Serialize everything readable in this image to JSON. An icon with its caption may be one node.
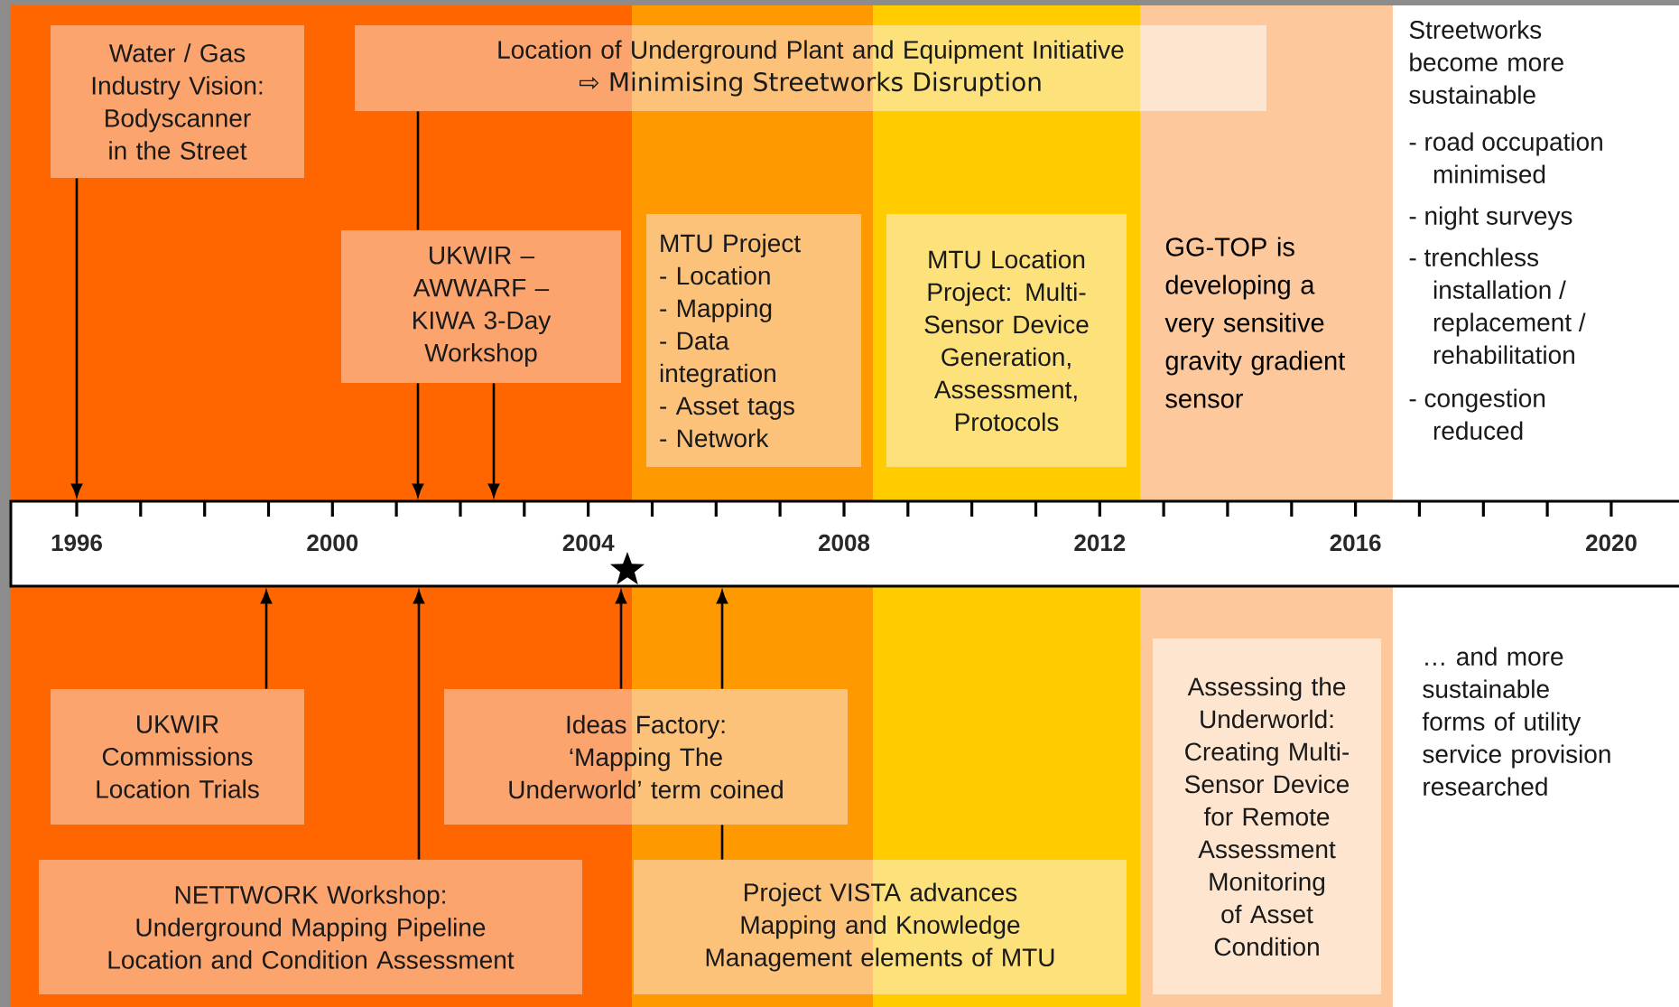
{
  "diagram": {
    "nodes": [
      {
        "text": [
          "Water / Gas Industry Vision: Bodyscanner in the Street"
        ]
      },
      {
        "text": [
          "Location of Underground Plant and Equipment Initiative",
          "⇨ Minimising Streetworks Disruption"
        ]
      },
      {
        "text": [
          "UKWIR – AWWARF – KIWA 3-Day Workshop"
        ]
      },
      {
        "text": [
          "MTU Project",
          "- Location",
          "- Mapping",
          "- Data integration",
          "- Asset tags",
          "- Network"
        ]
      },
      {
        "text": [
          "MTU Location Project: Multi-Sensor Device Generation, Assessment, Protocols"
        ]
      },
      {
        "text": [],
        "shape": "bar"
      },
      {
        "text": [
          "UKWIR Commissions Location Trials"
        ]
      },
      {
        "text": [
          "Ideas Factory:",
          "‘Mapping The Underworld’ term coined"
        ]
      },
      {
        "text": [
          "NETTWORK Workshop:",
          "Underground Mapping Pipeline Location and Condition Assessment"
        ]
      },
      {
        "text": [
          "Project VISTA advances Mapping and Knowledge Management elements of MTU"
        ]
      },
      {
        "text": [
          "Assessing the Underworld: Creating Multi-Sensor Device for Remote Assessment Monitoring of Asset Condition"
        ]
      }
    ],
    "edges": [
      {
        "from": 0,
        "to": 5,
        "arrow": "to"
      },
      {
        "from": 1,
        "to": 2,
        "arrow": "none"
      },
      {
        "from": 2,
        "to": 5,
        "arrow": "to"
      },
      {
        "from": 2,
        "to": 5,
        "arrow": "to"
      },
      {
        "from": 6,
        "to": 5,
        "arrow": "to"
      },
      {
        "from": 8,
        "to": 5,
        "arrow": "to"
      },
      {
        "from": 7,
        "to": 5,
        "arrow": "to"
      },
      {
        "from": 7,
        "to": 5,
        "arrow": "to"
      },
      {
        "from": 9,
        "to": 7,
        "arrow": "none"
      }
    ],
    "labels": [
      "Streetworks become more sustainable",
      "- road occupation minimised",
      "- night surveys",
      "- trenchless installation / replacement / rehabilitation",
      "- congestion reduced",
      "GG-TOP is developing a very sensitive gravity gradient sensor",
      "1996",
      "2000",
      "2004",
      "2008",
      "2012",
      "2016",
      "2020",
      "… and more sustainable forms of utility service provision researched"
    ]
  }
}
